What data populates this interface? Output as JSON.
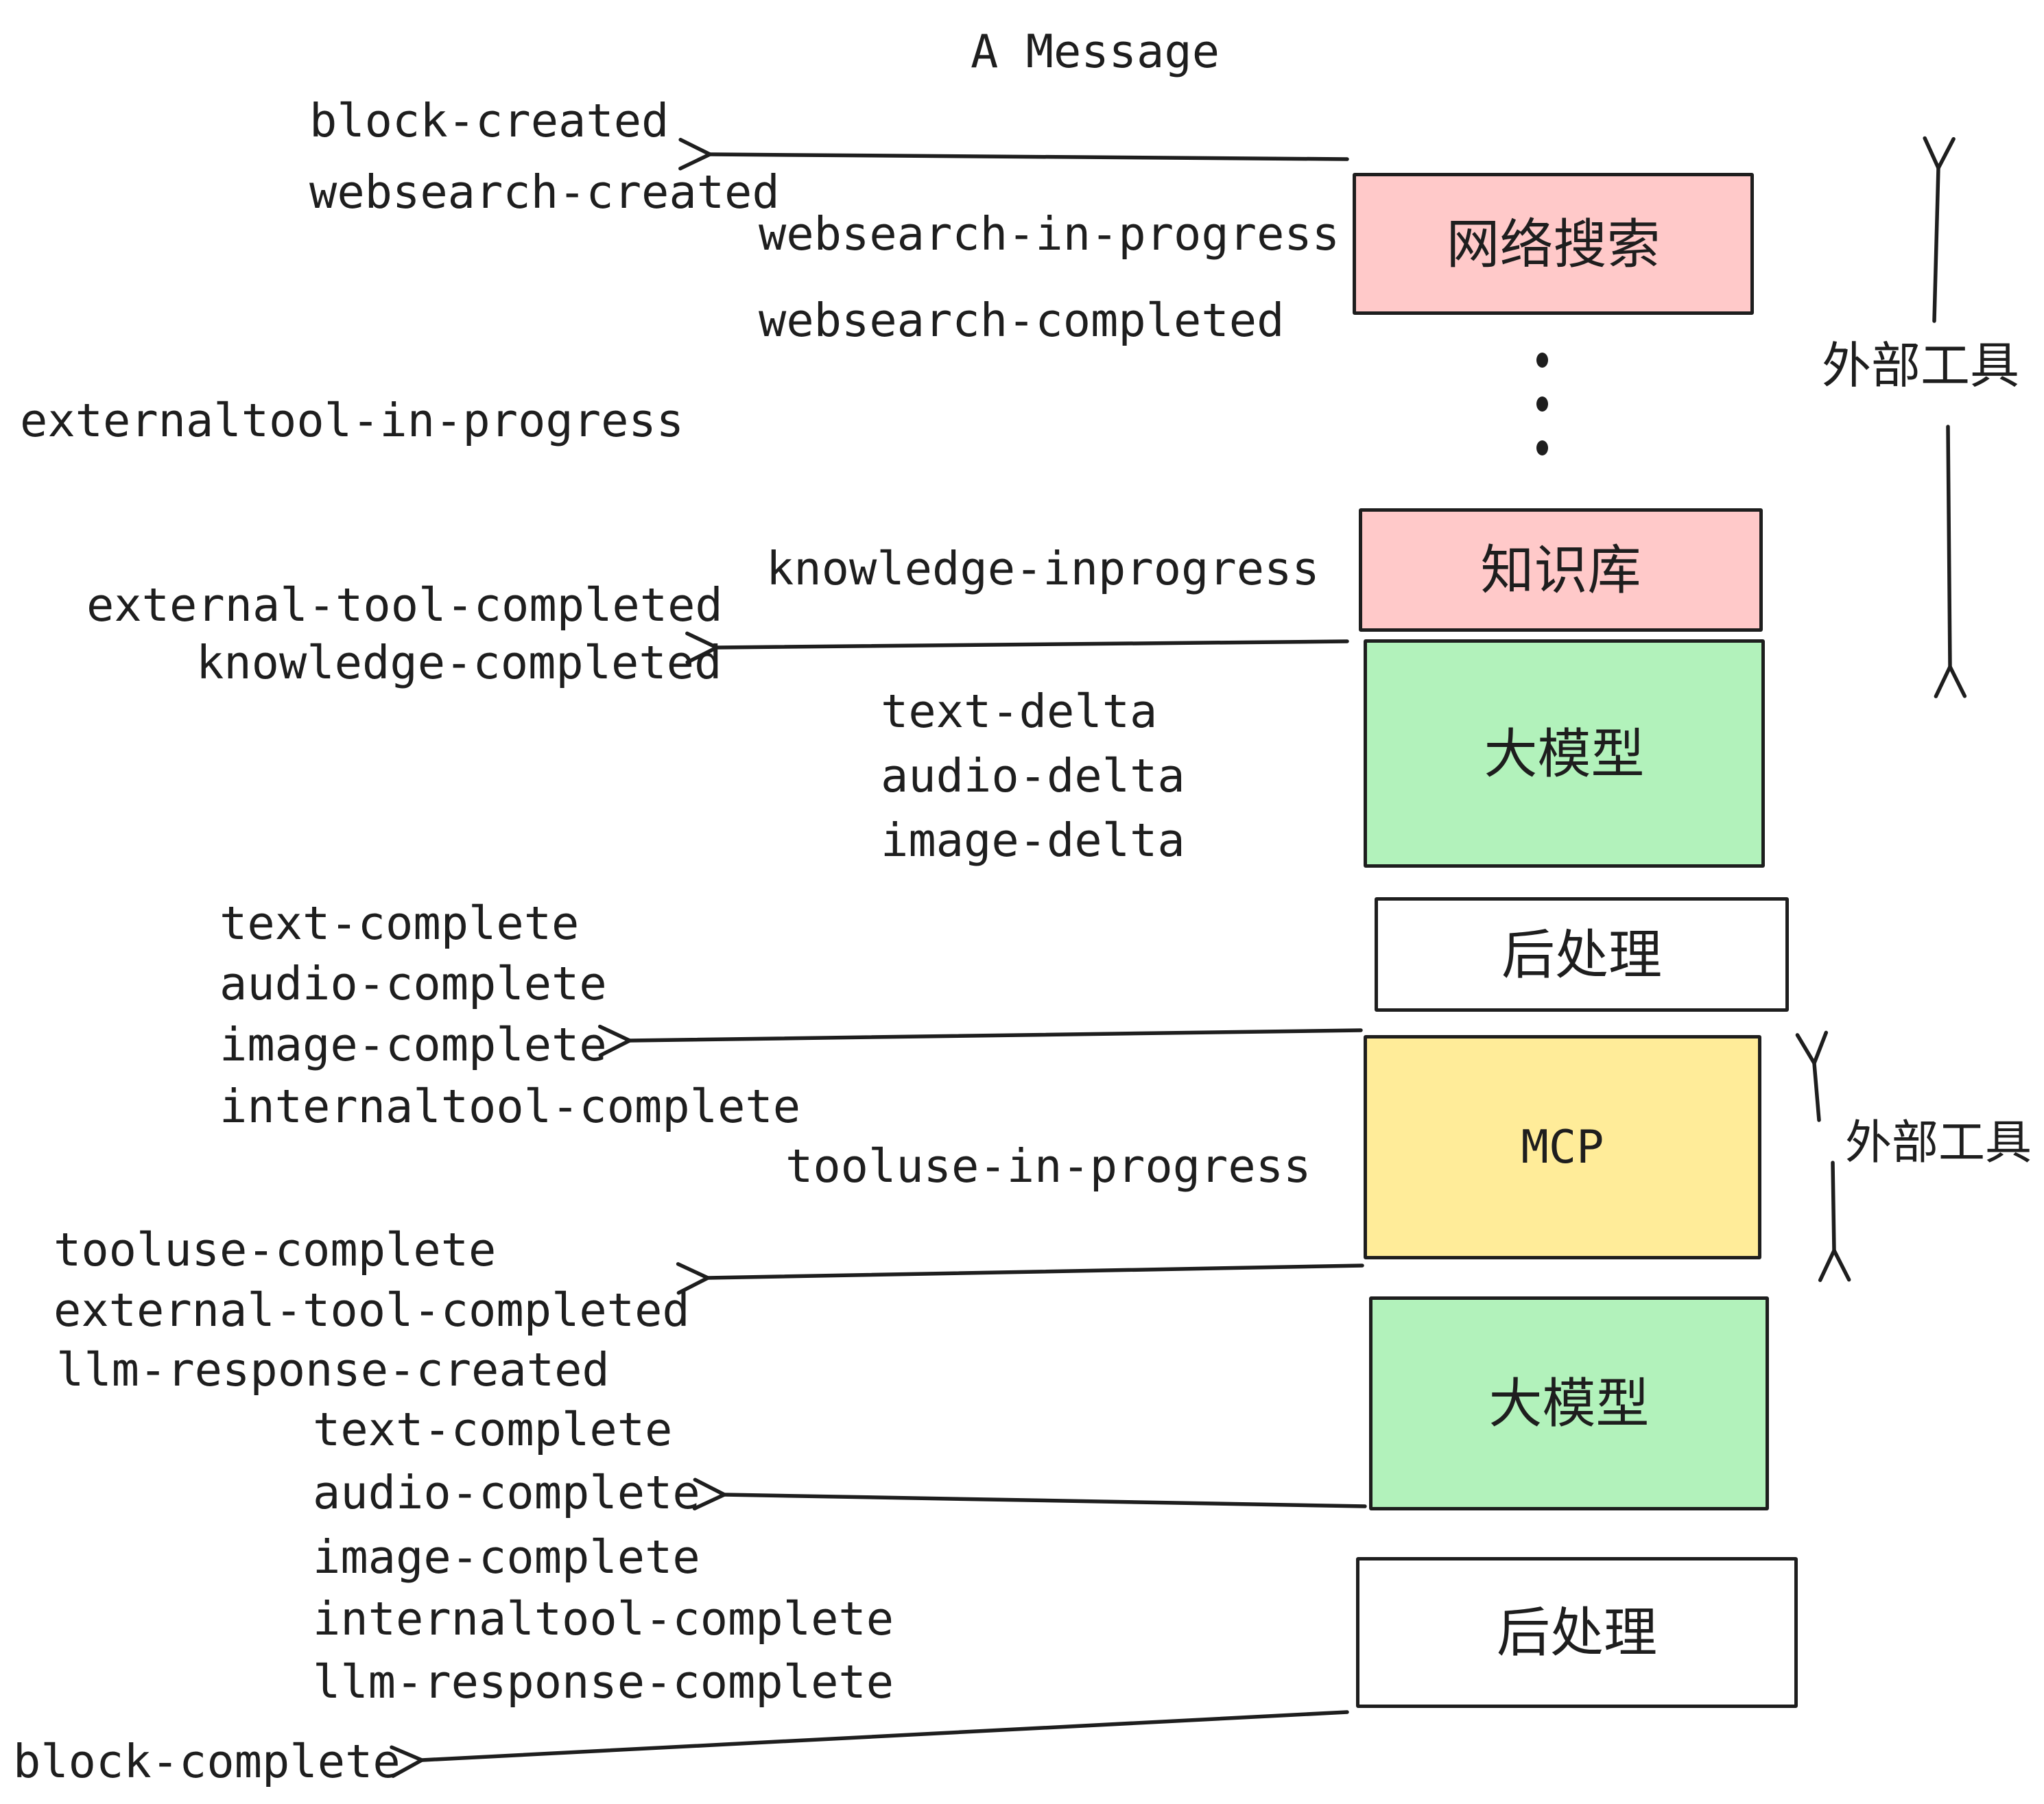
{
  "title": "A Message",
  "event_labels": [
    "block-created",
    "websearch-created",
    "websearch-in-progress",
    "websearch-completed",
    "externaltool-in-progress",
    "knowledge-inprogress",
    "external-tool-completed",
    "knowledge-completed",
    "text-delta",
    "audio-delta",
    "image-delta",
    "text-complete",
    "audio-complete",
    "image-complete",
    "internaltool-complete",
    "tooluse-in-progress",
    "tooluse-complete",
    "external-tool-completed",
    "llm-response-created",
    "text-complete",
    "audio-complete",
    "image-complete",
    "internaltool-complete",
    "llm-response-complete",
    "block-complete"
  ],
  "boxes": [
    {
      "label": "网络搜索",
      "fill": "#ffc9c9"
    },
    {
      "label": "知识库",
      "fill": "#ffc9c9"
    },
    {
      "label": "大模型",
      "fill": "#b2f2bb"
    },
    {
      "label": "后处理",
      "fill": "#ffffff"
    },
    {
      "label": "MCP",
      "fill": "#ffec99"
    },
    {
      "label": "大模型",
      "fill": "#b2f2bb"
    },
    {
      "label": "后处理",
      "fill": "#ffffff"
    }
  ],
  "side_annotations": [
    {
      "label": "外部工具"
    },
    {
      "label": "外部工具"
    }
  ],
  "icons": {
    "vertical_ellipsis": "vertical-ellipsis"
  },
  "colors": {
    "ink": "#1e1e1e",
    "pink_fill": "#ffc9c9",
    "green_fill": "#b2f2bb",
    "yellow_fill": "#ffec99",
    "white_fill": "#ffffff",
    "background": "#ffffff"
  }
}
